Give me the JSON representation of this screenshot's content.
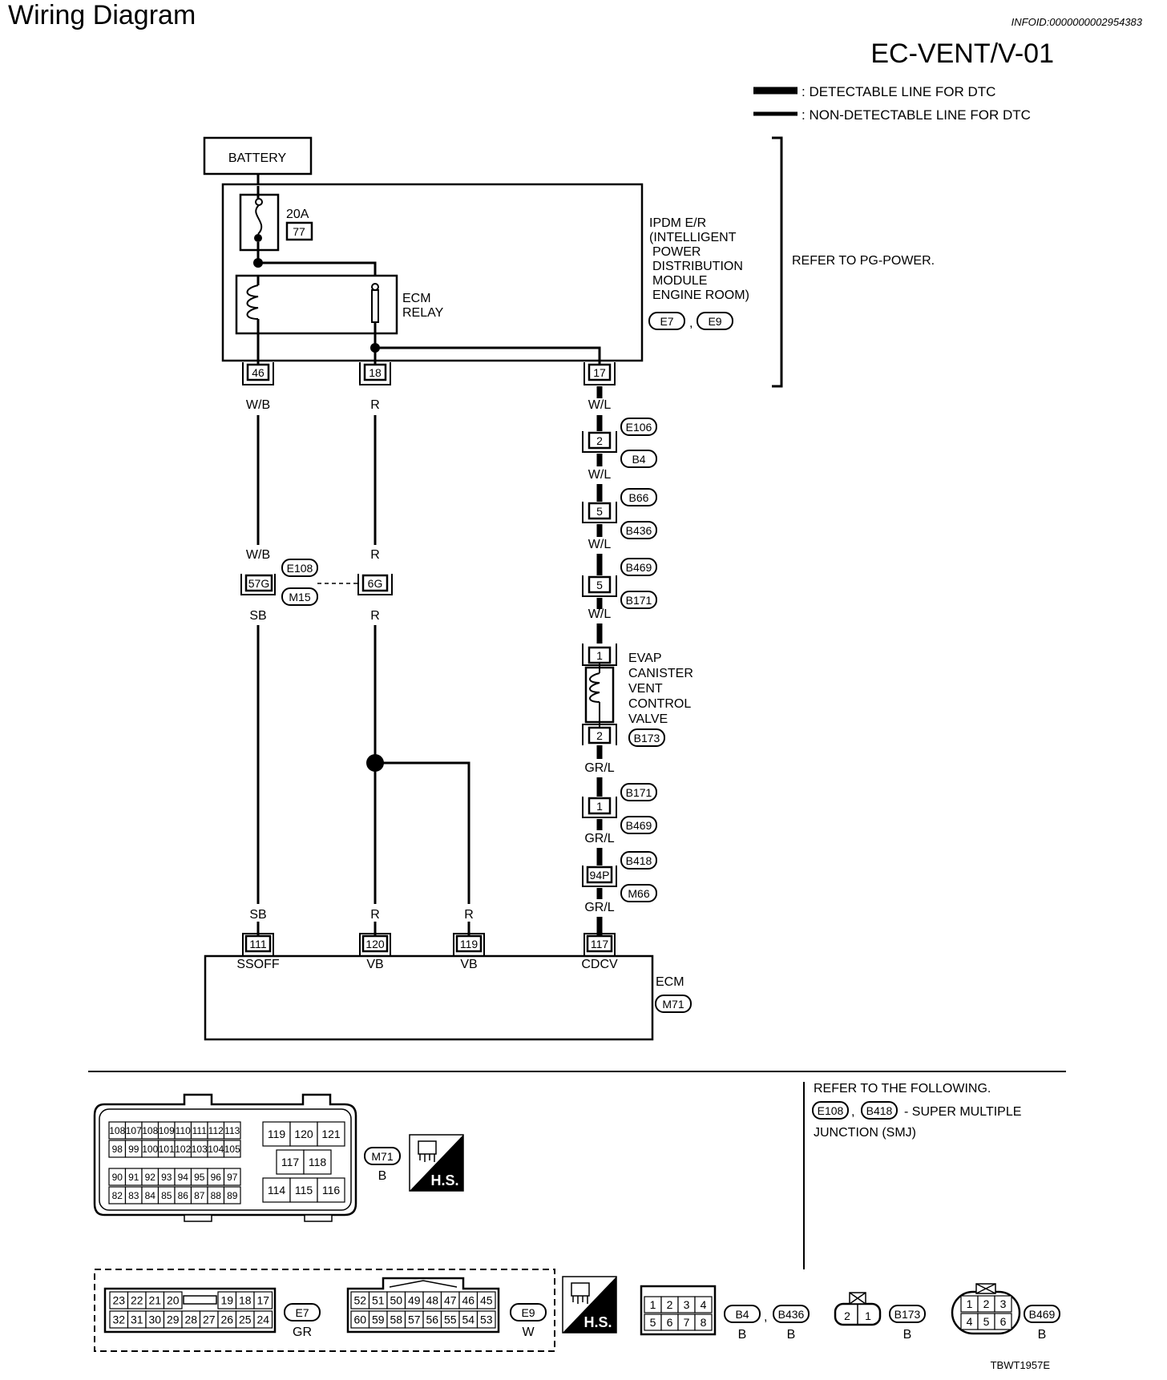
{
  "header": {
    "title": "Wiring Diagram",
    "info_id": "INFOID:0000000002954383",
    "page_code": "EC-VENT/V-01"
  },
  "legend": {
    "detectable": ": DETECTABLE LINE FOR DTC",
    "non_detectable": ": NON-DETECTABLE LINE FOR DTC"
  },
  "battery": "BATTERY",
  "fuse": {
    "rating": "20A",
    "number": "77"
  },
  "ecm_relay": [
    "ECM",
    "RELAY"
  ],
  "ipdm": {
    "lines": [
      "IPDM E/R",
      "(INTELLIGENT",
      "POWER",
      "DISTRIBUTION",
      "MODULE",
      "ENGINE  ROOM)"
    ],
    "connectors": [
      "E7",
      "E9"
    ],
    "pins": [
      "46",
      "18",
      "17"
    ]
  },
  "refer_power": "REFER TO PG-POWER.",
  "wires": {
    "wb": "W/B",
    "r": "R",
    "wl": "W/L",
    "sb": "SB",
    "grl": "GR/L"
  },
  "splices": {
    "c1": {
      "pin": "2",
      "top": "E106",
      "bottom": "B4"
    },
    "c2": {
      "pin": "5",
      "top": "B66",
      "bottom": "B436"
    },
    "c3": {
      "pin": "5",
      "top": "B469",
      "bottom": "B171"
    },
    "c4": {
      "pin": "1",
      "top": "B171",
      "bottom": "B469"
    },
    "c5": {
      "pin": "94P",
      "top": "B418",
      "bottom": "M66"
    },
    "smj_left": {
      "pin": "57G",
      "top": "E108",
      "bottom": "M15"
    },
    "smj_right": {
      "pin": "6G"
    }
  },
  "evap": {
    "lines": [
      "EVAP",
      "CANISTER",
      "VENT",
      "CONTROL",
      "VALVE"
    ],
    "pin_top": "1",
    "pin_bottom": "2",
    "connector": "B173"
  },
  "ecm": {
    "label": "ECM",
    "connector": "M71",
    "pins": [
      {
        "num": "111",
        "name": "SSOFF"
      },
      {
        "num": "120",
        "name": "VB"
      },
      {
        "num": "119",
        "name": "VB"
      },
      {
        "num": "117",
        "name": "CDCV"
      }
    ]
  },
  "refer_following": {
    "line1": "REFER TO THE FOLLOWING.",
    "c1": "E108",
    "c2": "B418",
    "line2": "- SUPER MULTIPLE",
    "line3": "JUNCTION (SMJ)"
  },
  "hs_label": "H.S.",
  "m71_connector": {
    "id": "M71",
    "color": "B",
    "rows": [
      [
        "108",
        "107",
        "108",
        "109",
        "110",
        "111",
        "112",
        "113"
      ],
      [
        "98",
        "99",
        "100",
        "101",
        "102",
        "103",
        "104",
        "105"
      ],
      [
        "90",
        "91",
        "92",
        "93",
        "94",
        "95",
        "96",
        "97"
      ],
      [
        "82",
        "83",
        "84",
        "85",
        "86",
        "87",
        "88",
        "89"
      ]
    ],
    "right_rows": [
      [
        "119",
        "120",
        "121"
      ],
      [
        "117",
        "118"
      ],
      [
        "114",
        "115",
        "116"
      ]
    ]
  },
  "e7_connector": {
    "id": "E7",
    "color": "GR",
    "row1": [
      "23",
      "22",
      "21",
      "20",
      "",
      "19",
      "18",
      "17"
    ],
    "row2": [
      "32",
      "31",
      "30",
      "29",
      "28",
      "27",
      "26",
      "25",
      "24"
    ]
  },
  "e9_connector": {
    "id": "E9",
    "color": "W",
    "row1": [
      "52",
      "51",
      "50",
      "49",
      "48",
      "47",
      "46",
      "45"
    ],
    "row2": [
      "60",
      "59",
      "58",
      "57",
      "56",
      "55",
      "54",
      "53"
    ]
  },
  "b4_connector": {
    "ids": [
      "B4",
      "B436"
    ],
    "colors": [
      "B",
      "B"
    ],
    "row1": [
      "1",
      "2",
      "3",
      "4"
    ],
    "row2": [
      "5",
      "6",
      "7",
      "8"
    ]
  },
  "b173_connector": {
    "id": "B173",
    "color": "B",
    "pins": [
      "2",
      "1"
    ]
  },
  "b469_connector": {
    "id": "B469",
    "color": "B",
    "row1": [
      "1",
      "2",
      "3"
    ],
    "row2": [
      "4",
      "5",
      "6"
    ]
  },
  "footer_code": "TBWT1957E"
}
